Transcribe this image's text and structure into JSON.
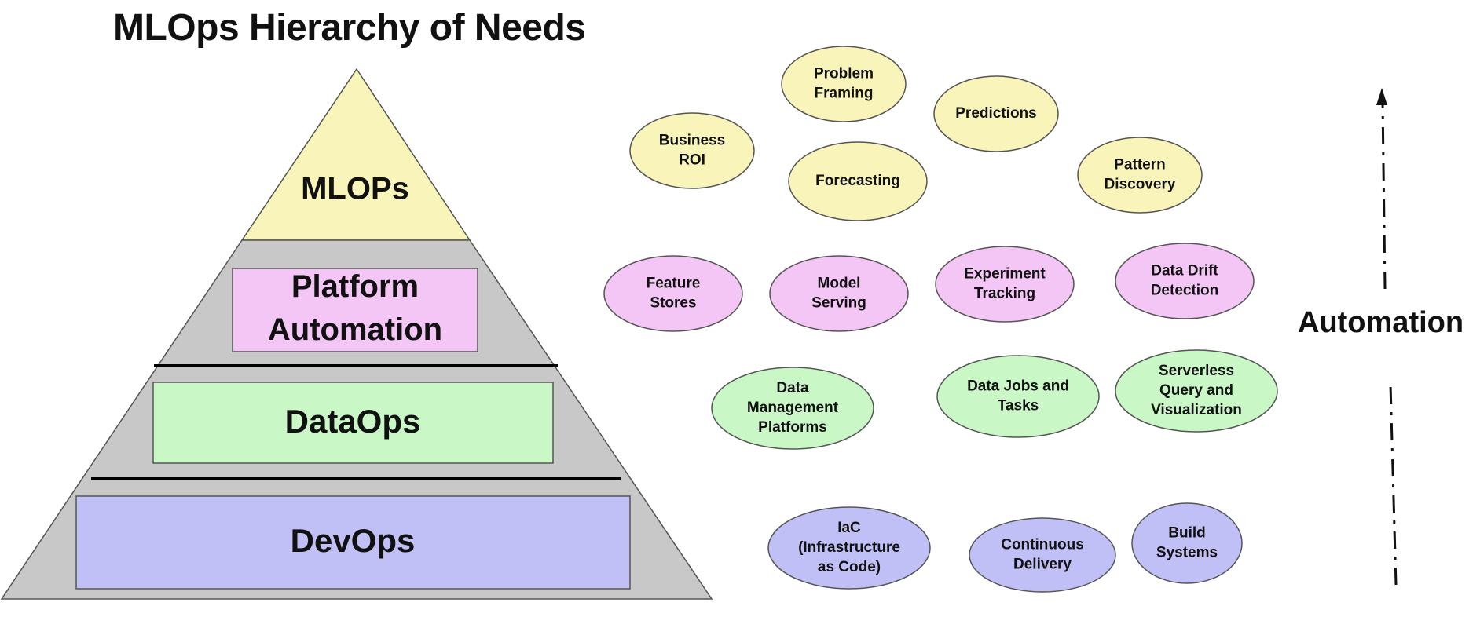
{
  "title": "MLOps Hierarchy of Needs",
  "automation_label": "Automation",
  "colors": {
    "mlops": "#f9f4b9",
    "platform": "#f4c6f6",
    "dataops": "#c9f7c6",
    "devops": "#c1c0f6",
    "pyramid_gray": "#c8c8c8",
    "outline": "#555555"
  },
  "pyramid": {
    "tiers": [
      {
        "label": [
          "MLOPs"
        ]
      },
      {
        "label": [
          "Platform",
          "Automation"
        ]
      },
      {
        "label": [
          "DataOps"
        ]
      },
      {
        "label": [
          "DevOps"
        ]
      }
    ]
  },
  "bubbles": {
    "mlops": [
      {
        "label": [
          "Problem",
          "Framing"
        ]
      },
      {
        "label": [
          "Predictions"
        ]
      },
      {
        "label": [
          "Business",
          "ROI"
        ]
      },
      {
        "label": [
          "Forecasting"
        ]
      },
      {
        "label": [
          "Pattern",
          "Discovery"
        ]
      }
    ],
    "platform": [
      {
        "label": [
          "Feature",
          "Stores"
        ]
      },
      {
        "label": [
          "Model",
          "Serving"
        ]
      },
      {
        "label": [
          "Experiment",
          "Tracking"
        ]
      },
      {
        "label": [
          "Data Drift",
          "Detection"
        ]
      }
    ],
    "dataops": [
      {
        "label": [
          "Data",
          "Management",
          "Platforms"
        ]
      },
      {
        "label": [
          "Data Jobs and",
          "Tasks"
        ]
      },
      {
        "label": [
          "Serverless",
          "Query and",
          "Visualization"
        ]
      }
    ],
    "devops": [
      {
        "label": [
          "IaC",
          "(Infrastructure",
          "as Code)"
        ]
      },
      {
        "label": [
          "Continuous",
          "Delivery"
        ]
      },
      {
        "label": [
          "Build",
          "Systems"
        ]
      }
    ]
  }
}
